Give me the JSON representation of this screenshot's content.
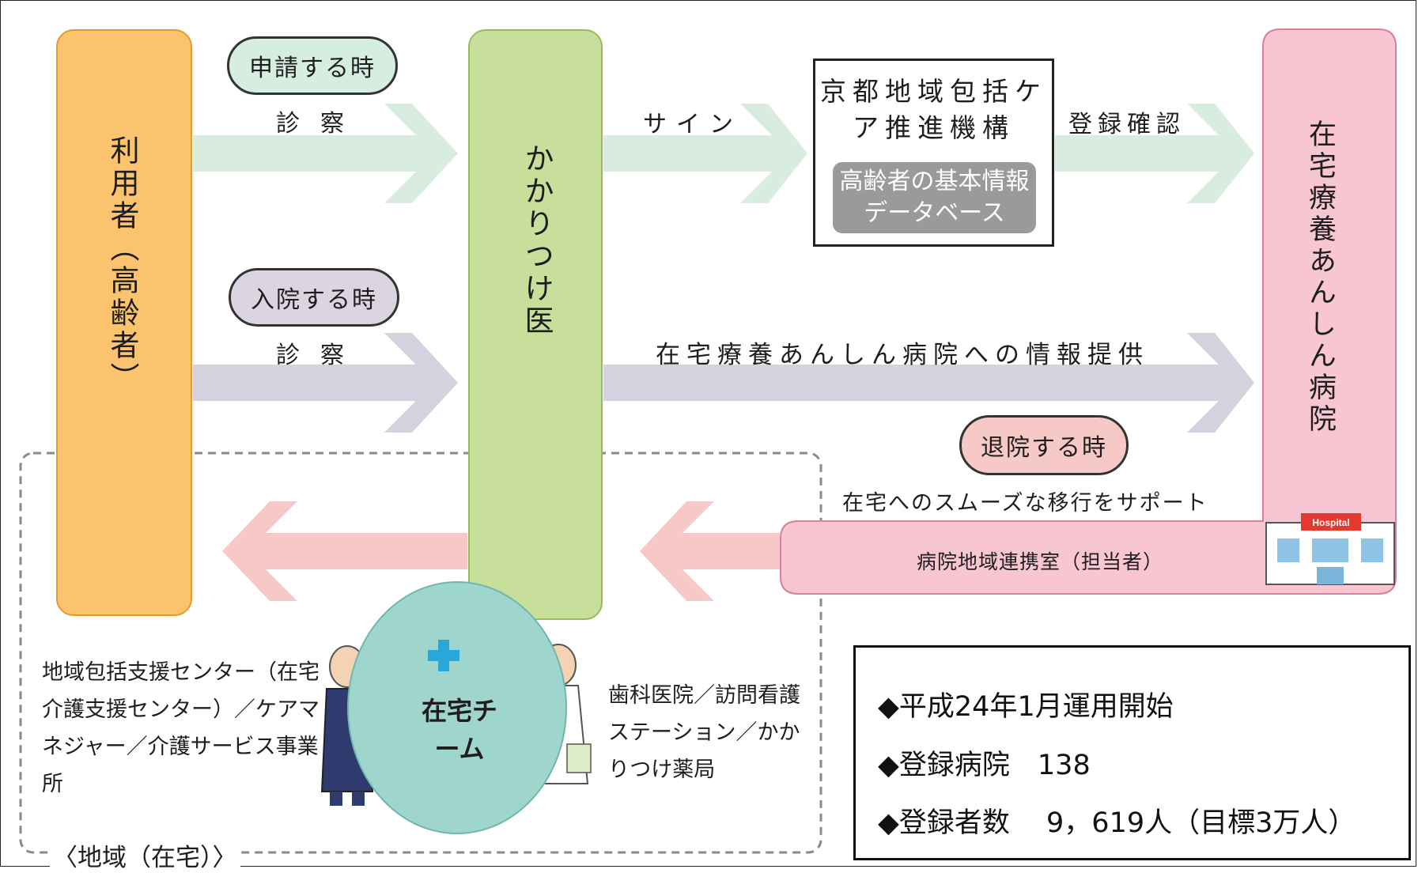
{
  "diagram": {
    "user_label": "利用者（高齢者）",
    "doctor_label": "かかりつけ医",
    "hospital_label": "在宅療養あんしん病院",
    "pill_apply": "申請する時",
    "pill_admit": "入院する時",
    "pill_discharge": "退院する時",
    "exam_1": "診察",
    "exam_2": "診察",
    "sign": "サイン",
    "kyoto_title": "京都地域包括ケア推進機構",
    "database": "高齢者の基本情報データベース",
    "register_confirm": "登録確認",
    "info_provision": "在宅療養あんしん病院への情報提供",
    "smooth_transition": "在宅へのスムーズな移行をサポート",
    "liaison_office": "病院地域連携室（担当者）",
    "hospital_sign": "Hospital",
    "team_label": "在宅チーム",
    "left_list": "地域包括支援センター（在宅介護支援センター）／ケアマネジャー／介護サービス事業所",
    "right_list": "歯科医院／訪問看護ステーション／かかりつけ薬局",
    "region": "〈地域（在宅）〉"
  },
  "stats": {
    "start": "◆平成24年1月運用開始",
    "hospitals": "◆登録病院　138",
    "registrants": "◆登録者数　 9，619人（目標3万人）"
  },
  "colors": {
    "user": "#fbc36d",
    "doctor": "#c8df9b",
    "hospital": "#f7c6d2",
    "arrow_green": "#d8ede0",
    "arrow_purple": "#d6d1df",
    "arrow_pink": "#f6c9c6",
    "team": "#9ed5cd"
  }
}
